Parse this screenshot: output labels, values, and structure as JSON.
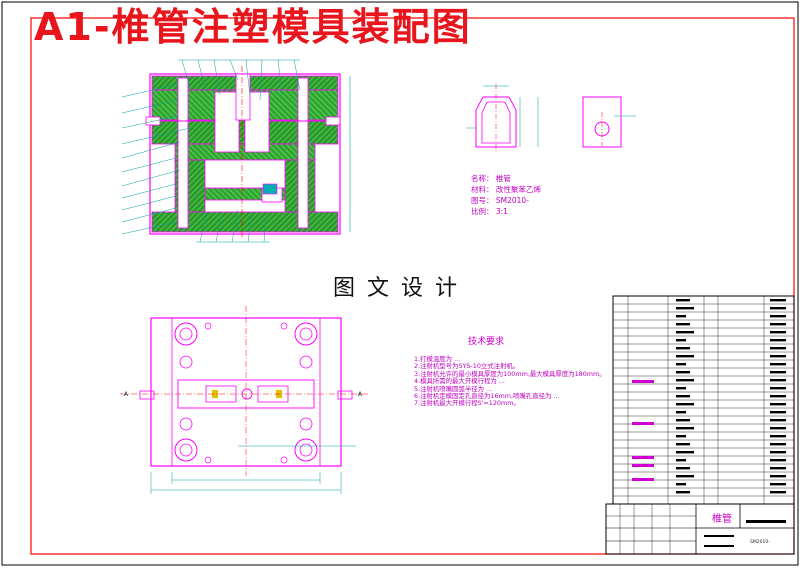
{
  "title": "A1-椎管注塑模具装配图",
  "watermark": "图文设计",
  "part_info": {
    "lines": [
      "名称：  椎管",
      "材料：  改性聚苯乙烯",
      "图号：  SM2010-",
      "比例：  3:1"
    ]
  },
  "tech_requirements": {
    "title": "技术要求",
    "items": [
      "1.打模温度为 ...",
      "2.注射机型号为SYS-10立式注射机。",
      "3.注射机允许的最小模具厚度为100mm,最大模具厚度为180mm。",
      "4.模具所需的最大开模行程为 ...",
      "5.注射机喷嘴圆弧半径为 ...",
      "6.注射机定模固定孔直径为16mm,喷嘴孔直径为 ...",
      "7.注射机最大开模行程S'=120mm。"
    ]
  },
  "title_block": {
    "name": "椎管",
    "code": "SM2010-"
  },
  "colors": {
    "outline": "#ff00ff",
    "title": "#e8161c",
    "hatch": "#00a000",
    "dim": "#00a0a0",
    "border": "#000000"
  }
}
